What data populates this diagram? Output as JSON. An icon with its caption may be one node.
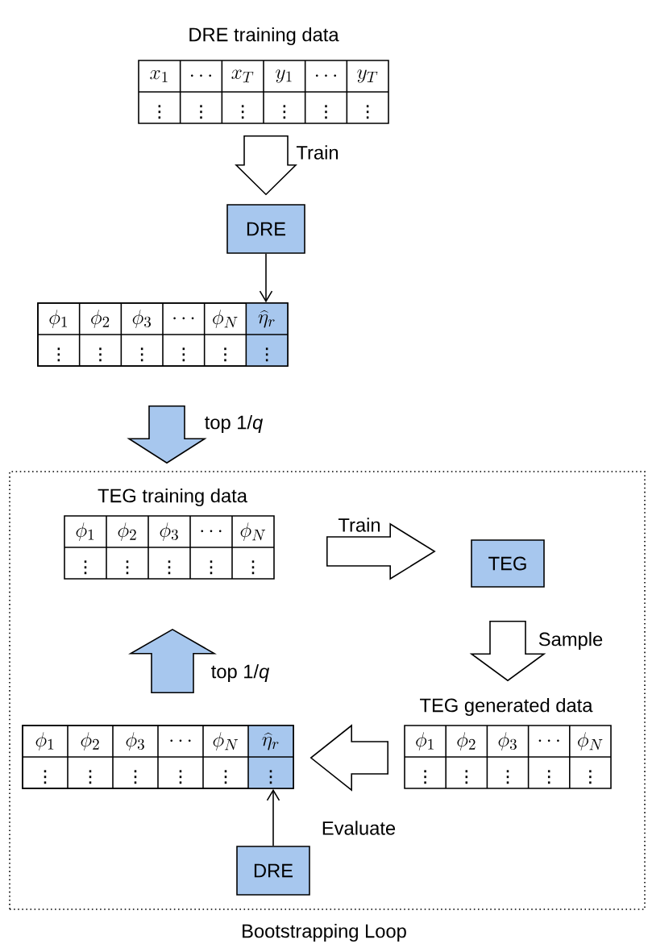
{
  "diagram": {
    "nodes": [
      {
        "text": [
          "DRE training data"
        ]
      },
      {
        "text": [
          "DRE"
        ]
      },
      {
        "text": [],
        "shape": "table"
      },
      {
        "text": [
          "Bootstrapping Loop"
        ]
      },
      {
        "text": [
          "TEG training data"
        ],
        "in": 3
      },
      {
        "text": [
          "TEG"
        ],
        "in": 3
      },
      {
        "text": [
          "TEG generated data"
        ],
        "in": 3
      },
      {
        "text": [],
        "shape": "table",
        "in": 3
      },
      {
        "text": [
          "DRE"
        ],
        "in": 3
      }
    ],
    "edges": [
      {
        "from": 0,
        "to": 1,
        "arrow": "to",
        "label": "Train",
        "style": "thick"
      },
      {
        "from": 1,
        "to": 2,
        "arrow": "to"
      },
      {
        "from": 2,
        "to": 3,
        "arrow": "to",
        "label": "top 1/*q*",
        "style": "thick",
        "color": "#a7c7ee"
      },
      {
        "from": 4,
        "to": 5,
        "arrow": "to",
        "label": "Train",
        "style": "thick"
      },
      {
        "from": 5,
        "to": 6,
        "arrow": "to",
        "label": "Sample",
        "style": "thick"
      },
      {
        "from": 6,
        "to": 7,
        "arrow": "to",
        "style": "thick"
      },
      {
        "from": 8,
        "to": 7,
        "arrow": "to",
        "label": "Evaluate"
      },
      {
        "from": 7,
        "to": 4,
        "arrow": "to",
        "label": "top 1/*q*",
        "style": "thick",
        "color": "#a7c7ee"
      }
    ],
    "labels": [
      "x_1",
      "\\cdots",
      "x_T",
      "y_1",
      "\\cdots",
      "y_T",
      "\\vdots",
      "\\vdots",
      "\\vdots",
      "\\vdots",
      "\\vdots",
      "\\vdots",
      "\\phi_1",
      "\\phi_2",
      "\\phi_3",
      "\\cdots",
      "\\phi_N",
      "\\widehat{\\eta}_r",
      "\\vdots",
      "\\vdots",
      "\\vdots",
      "\\vdots",
      "\\vdots",
      "\\vdots",
      "\\phi_1",
      "\\phi_2",
      "\\phi_3",
      "\\cdots",
      "\\phi_N",
      "\\vdots",
      "\\vdots",
      "\\vdots",
      "\\vdots",
      "\\vdots",
      "\\phi_1",
      "\\phi_2",
      "\\phi_3",
      "\\cdots",
      "\\phi_N",
      "\\vdots",
      "\\vdots",
      "\\vdots",
      "\\vdots",
      "\\vdots",
      "\\phi_1",
      "\\phi_2",
      "\\phi_3",
      "\\cdots",
      "\\phi_N",
      "\\widehat{\\eta}_r",
      "\\vdots",
      "\\vdots",
      "\\vdots",
      "\\vdots",
      "\\vdots",
      "\\vdots"
    ]
  }
}
